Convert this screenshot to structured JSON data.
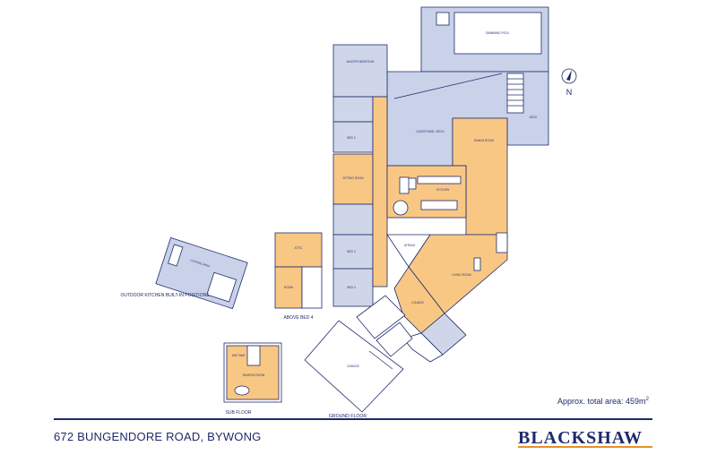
{
  "labels": {
    "swimming_pool": "SWIMMING POOL",
    "master_bedroom": "MASTER BEDROOM",
    "bed_2": "BED 2",
    "bed_3": "BED 3",
    "bed_4": "BED 4",
    "sitting_room": "SITTING ROOM",
    "dining_room": "DINING ROOM",
    "kitchen": "KITCHEN",
    "living_room": "LIVING ROOM",
    "lounge": "LOUNGE",
    "garage": "GARAGE",
    "atrium": "ATRIUM",
    "attic": "ATTIC",
    "room": "ROOM",
    "rumpus_room": "RUMPUS ROOM",
    "wet_bar": "WET BAR",
    "courtyard": "COURTYARD / DECK",
    "deck": "DECK",
    "outdoor_kitchen": "OUTDOOR KITCHEN BUILT-IN POSITIONS",
    "above_bed": "ABOVE BED 4",
    "sub_floor": "SUB FLOOR",
    "ground_floor": "GROUND FLOOR",
    "north": "N"
  },
  "footer": {
    "address": "672 BUNGENDORE ROAD, BYWONG",
    "brand": "BLACKSHAW",
    "area_text": "Approx. total area: 459m",
    "area_sup": "2"
  },
  "colors": {
    "line": "#1f2a6b",
    "room_fill": "#cfd6ea",
    "highlight_fill": "#f9c784",
    "accent": "#e8902a"
  }
}
